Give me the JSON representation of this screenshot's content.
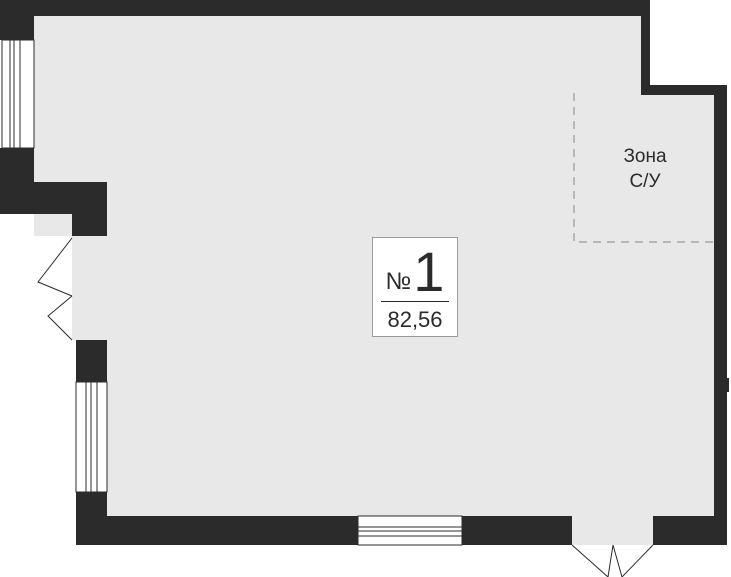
{
  "room": {
    "number_sign": "№",
    "number": "1",
    "area": "82,56"
  },
  "zone": {
    "line1": "Зона",
    "line2": "С/У"
  },
  "colors": {
    "wall": "#2b2b2b",
    "floor": "#e8e8e8",
    "window_glass": "#ffffff",
    "dashed_zone": "#9a9a9a"
  }
}
